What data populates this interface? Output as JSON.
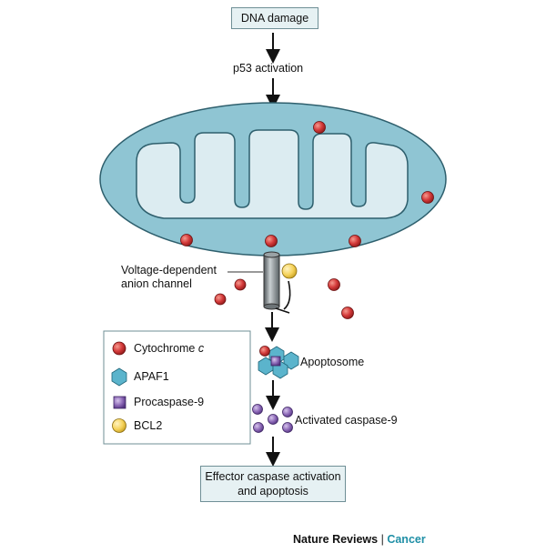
{
  "flow": {
    "dna_damage": "DNA damage",
    "p53": "p53 activation",
    "vdac_line1": "Voltage-dependent",
    "vdac_line2": "anion channel",
    "apoptosome": "Apoptosome",
    "activated_caspase": "Activated caspase-9",
    "effector_line1": "Effector caspase activation",
    "effector_line2": "and apoptosis"
  },
  "legend": {
    "items": [
      {
        "key": "cytochrome",
        "label": "Cytochrome ",
        "label_italic": "c"
      },
      {
        "key": "apaf1",
        "label": "APAF1",
        "label_italic": ""
      },
      {
        "key": "procaspase",
        "label": "Procaspase-9",
        "label_italic": ""
      },
      {
        "key": "bcl2",
        "label": "BCL2",
        "label_italic": ""
      }
    ]
  },
  "credit": {
    "journal": "Nature Reviews",
    "separator": "|",
    "section": "Cancer"
  },
  "colors": {
    "membrane": "#8fc5d3",
    "matrix": "#dcecf1",
    "box_fill": "#e6f1f3",
    "cytochrome": "#d43a3a",
    "apaf1": "#5bb4cc",
    "procaspase": "#8a66b5",
    "bcl2": "#f5d25a",
    "accent": "#1f8fa6"
  }
}
